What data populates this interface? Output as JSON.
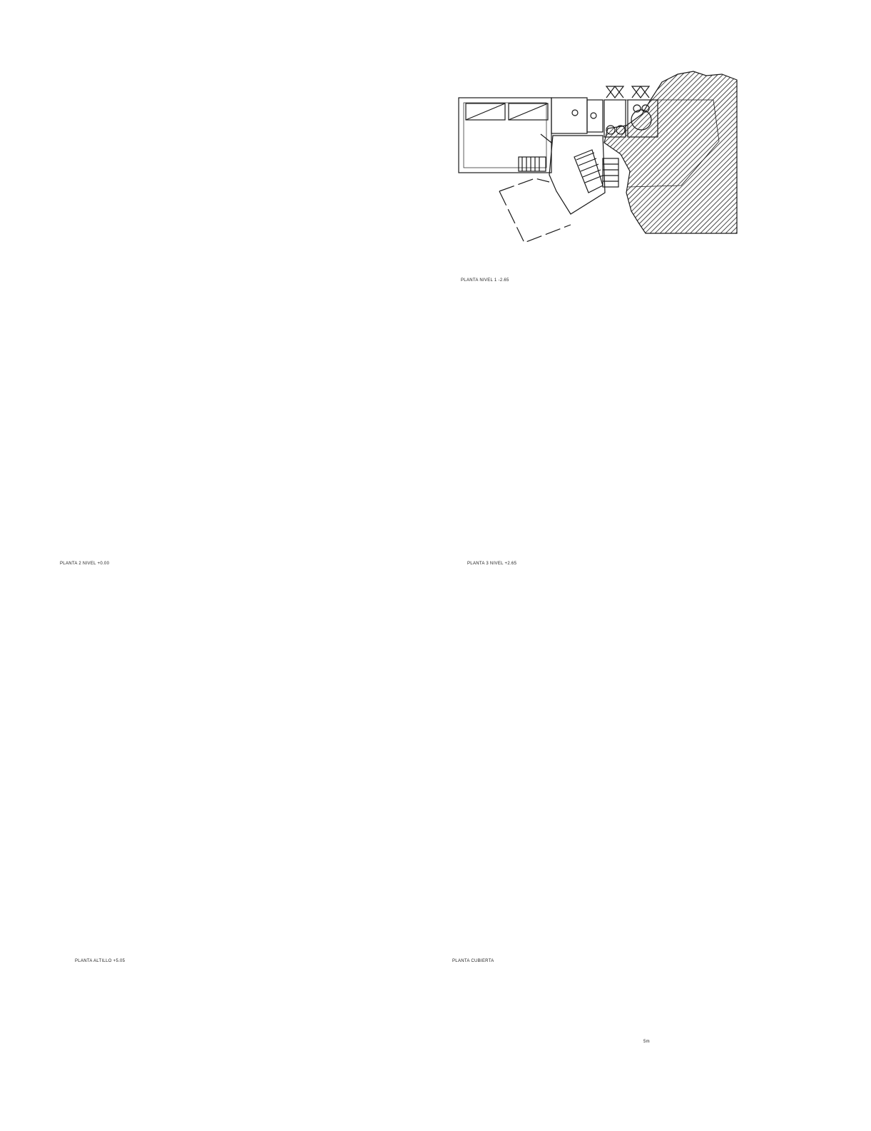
{
  "plans": {
    "level1": {
      "label": "PLANTA NIVEL 1 -2.65"
    },
    "level2": {
      "label": "PLANTA 2 NIVEL +0.00"
    },
    "level3": {
      "label": "PLANTA 3 NIVEL +2.65"
    },
    "attic": {
      "label": "PLANTA ALTILLO +5.05"
    },
    "roof": {
      "label": "PLANTA CUBIERTA"
    }
  },
  "scale_bar": {
    "label": "5m"
  },
  "colors": {
    "ink": "#1a1a1a",
    "paper": "#ffffff",
    "paving": "#9a9a9a"
  }
}
